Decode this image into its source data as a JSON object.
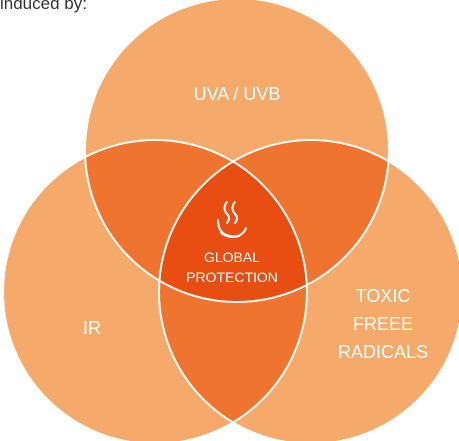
{
  "caption": "induced by:",
  "diagram": {
    "type": "venn",
    "circles": [
      {
        "label_lines": [
          "UVA / UVB"
        ]
      },
      {
        "label_lines": [
          "IR"
        ]
      },
      {
        "label_lines": [
          "TOXIC",
          "FREEE",
          "RADICALS"
        ]
      }
    ],
    "center": {
      "icon": "drops-shield-icon",
      "label_lines": [
        "GLOBAL",
        "PROTECTION"
      ]
    },
    "colors": {
      "circle": "#f5a96a",
      "pair_overlap": "#ee7430",
      "center": "#e84e12",
      "stroke": "#ffffff",
      "text": "#ffffff"
    }
  }
}
